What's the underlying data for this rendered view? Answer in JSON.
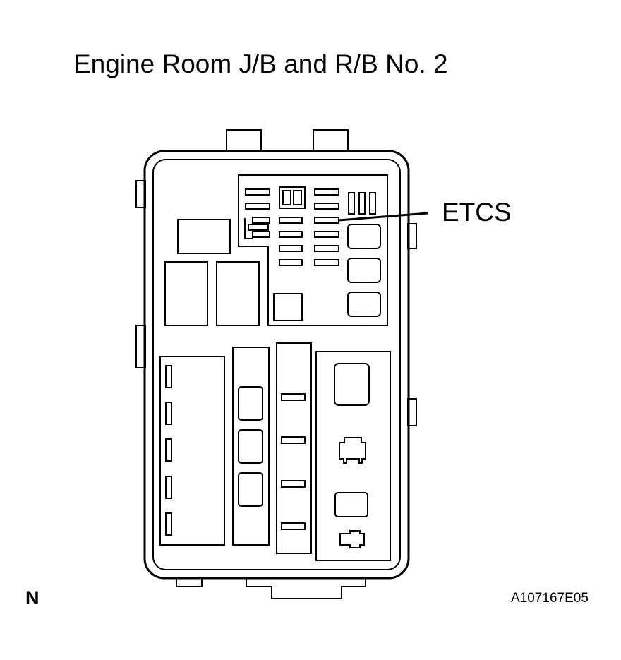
{
  "title": "Engine Room J/B and R/B No. 2",
  "callout_label": "ETCS",
  "direction_label": "N",
  "figure_code": "A107167E05"
}
